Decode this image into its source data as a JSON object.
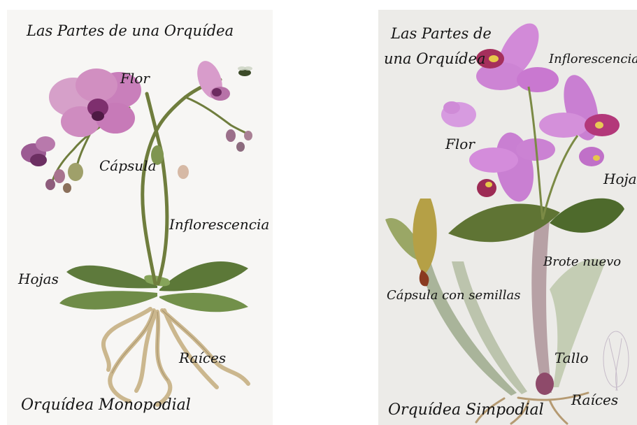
{
  "monopodial": {
    "title": "Las Partes de una Orquídea",
    "labels": {
      "flor": "Flor",
      "capsula": "Cápsula",
      "inflorescencia": "Inflorescencia",
      "hojas": "Hojas",
      "raices": "Raíces"
    },
    "footer": "Orquídea Monopodial"
  },
  "simpodial": {
    "title_line1": "Las Partes de",
    "title_line2": "una Orquídea",
    "labels": {
      "inflorescencia": "Inflorescencia",
      "flor": "Flor",
      "hoja": "Hoja",
      "brote_nuevo": "Brote nuevo",
      "capsula_semillas": "Cápsula con semillas",
      "tallo": "Tallo",
      "raices": "Raíces"
    },
    "footer": "Orquídea Simpodial"
  },
  "colors": {
    "petal_pink": "#c46fb3",
    "petal_dark": "#7e2f6e",
    "leaf_green": "#55703a",
    "root_tan": "#c9b48a",
    "stem_green": "#7b8a45"
  }
}
